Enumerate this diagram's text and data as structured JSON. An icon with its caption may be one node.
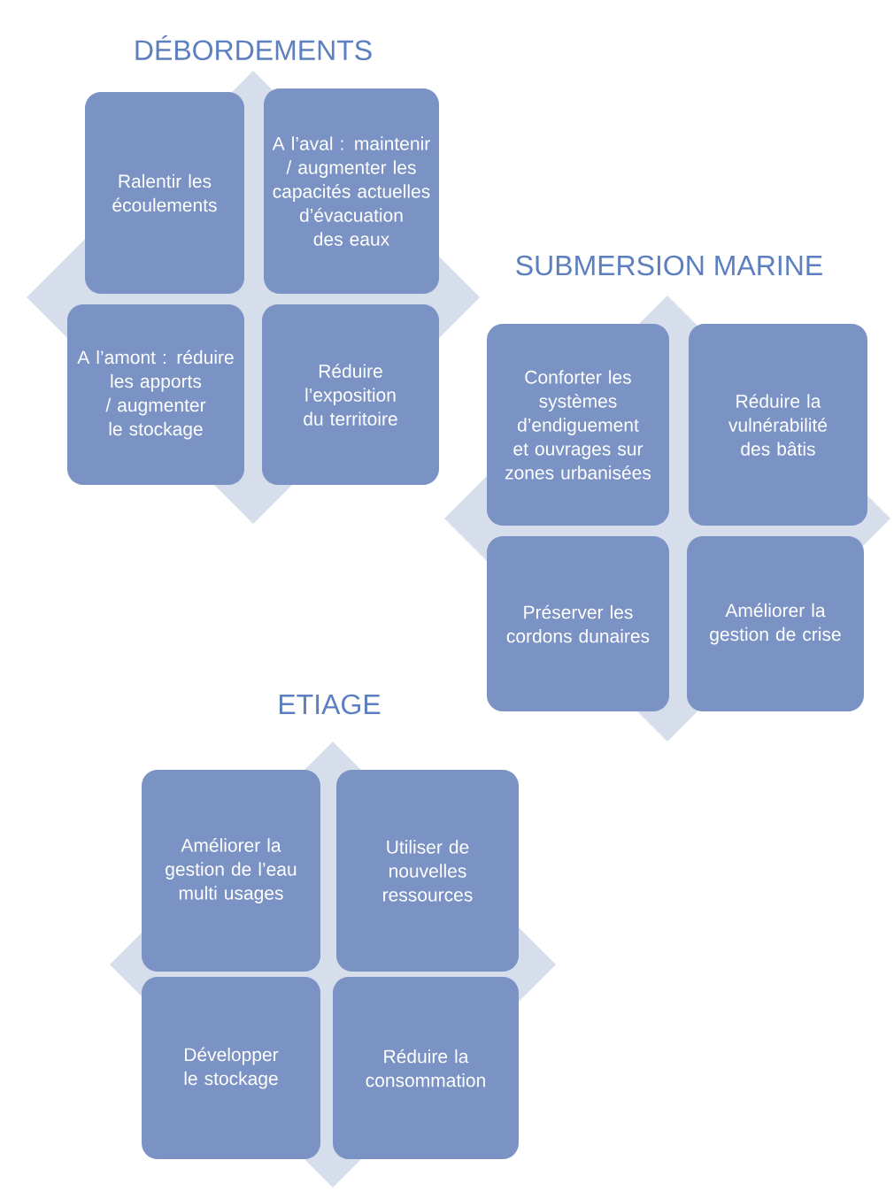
{
  "diagram": {
    "nodes": [
      {
        "text": [
          "Ralentir les écoulements"
        ]
      },
      {
        "text": [
          "A l’aval : maintenir / augmenter les capacités actuelles d’évacuation des eaux"
        ]
      },
      {
        "text": [
          "A l’amont : réduire les apports / augmenter le stockage"
        ]
      },
      {
        "text": [
          "Réduire l’exposition du territoire"
        ]
      },
      {
        "text": [
          "Conforter les systèmes d’endiguement et ouvrages sur zones urbanisées"
        ]
      },
      {
        "text": [
          "Réduire la vulnérabilité des bâtis"
        ]
      },
      {
        "text": [
          "Préserver les cordons dunaires"
        ]
      },
      {
        "text": [
          "Améliorer la gestion de crise"
        ]
      },
      {
        "text": [
          "Améliorer la gestion de l’eau multi usages"
        ]
      },
      {
        "text": [
          "Utiliser de nouvelles ressources"
        ]
      },
      {
        "text": [
          "Développer le stockage"
        ]
      },
      {
        "text": [
          "Réduire la consommation"
        ]
      }
    ],
    "labels": [
      "DÉBORDEMENTS",
      "SUBMERSION MARINE",
      "ETIAGE"
    ]
  }
}
